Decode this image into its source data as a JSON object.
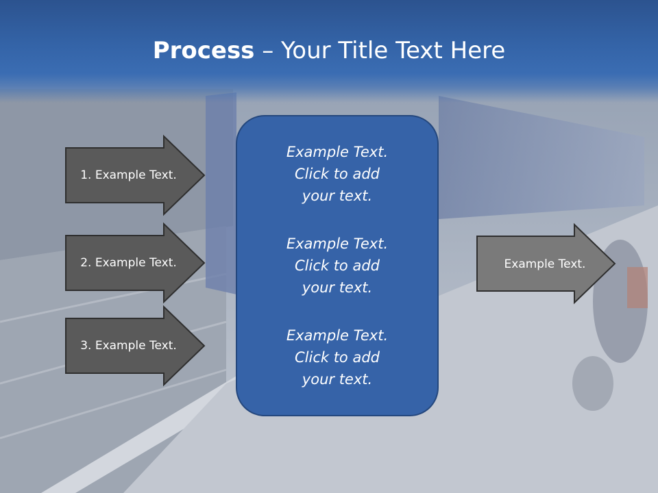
{
  "slide": {
    "title_bold": "Process",
    "title_rest": " – Your Title Text Here",
    "left_arrows": [
      {
        "label": "1. Example Text."
      },
      {
        "label": "2. Example Text."
      },
      {
        "label": "3. Example Text."
      }
    ],
    "center_items": [
      {
        "text": "Example Text.\nClick  to add\nyour text."
      },
      {
        "text": "Example Text.\nClick  to add\nyour text."
      },
      {
        "text": "Example Text.\nClick  to add\nyour text."
      }
    ],
    "right_arrow": {
      "label": "Example Text."
    }
  },
  "colors": {
    "header_blue": "#3464a8",
    "center_box_fill": "#3663a8",
    "center_box_border": "#24477d",
    "left_arrow_fill": "#5a5a5a",
    "right_arrow_fill": "#7a7a7a",
    "arrow_border": "#2e2e2e",
    "text": "#ffffff"
  }
}
